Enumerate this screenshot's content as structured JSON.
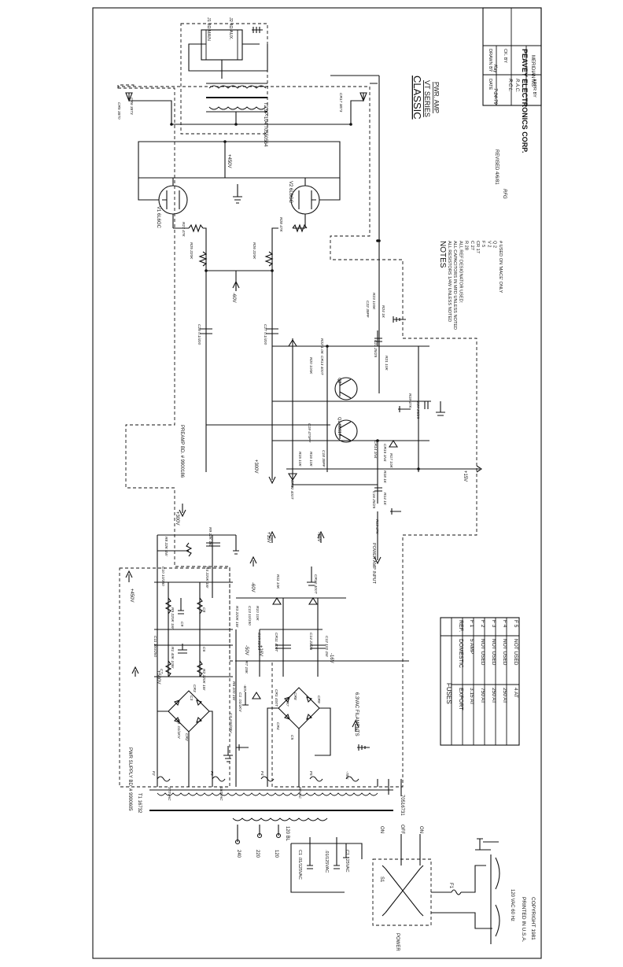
{
  "title_block": {
    "company": "PEAVEY ELECTRONICS CORP.",
    "city": "MERIDIAN MS",
    "drawn_by": "DRAWN BY",
    "drawn_sig": "Kay",
    "date_label": "DATE",
    "date_value": "7-24-79",
    "ck_by": "CK. BY",
    "ck_sig": "R.C.L.",
    "appr_by": "APPR BY",
    "appr_sig": "R.A.C."
  },
  "drawing_title": {
    "line1": "CLASSIC",
    "line2": "VT SERIES",
    "line3": "PWR. AMP"
  },
  "revised": {
    "line1": "REVISED 4/6/81",
    "line2": "RFG"
  },
  "notes": {
    "heading": "NOTES",
    "items": [
      "ALL RESISTORS 1/4W UNLESS NOTED",
      "ALL CAPACITORS IN MFD UNLESS NOTED",
      "ALL REF DESIGNATOR USED:",
      "R 28",
      "C 27",
      "CR 17",
      "F 5",
      "V 2",
      "Q 2",
      "# USED ON 'MACE' ONLY"
    ]
  },
  "fuse_table": {
    "title": "FUSES",
    "headers": [
      "REF.",
      "DOMESTIC",
      "EXPORT"
    ],
    "rows": [
      [
        "F 1",
        "5 AMP",
        "3.15 AT"
      ],
      [
        "F 2",
        "NOT USED",
        "750 AT"
      ],
      [
        "F 3",
        "NOT USED",
        "250 AT"
      ],
      [
        "F 4",
        "NOT USED",
        "250 AT"
      ],
      [
        "F 5",
        "NOT USED",
        "4 AT"
      ]
    ]
  },
  "footer": {
    "copyright": "COPYRIGHT 1981",
    "printed": "PRINTED IN U.S.A."
  },
  "blocks": {
    "psu": "PWR SUPPLY BD. # 9900605",
    "preamp": "PREAMP BD. # 9900186",
    "filaments": "6.3VAC FILAMENTS",
    "power_amp_input": "POWER AMP INPUT"
  },
  "tubes": {
    "v1": "V1 6L6GC",
    "v2": "V2 6L6GC",
    "b450": "+450V"
  },
  "transistors": {
    "q1": "Q1 65617",
    "q2": "Q2"
  },
  "transformers": {
    "t1": "T1 16732",
    "t1b": "70516731",
    "t2": "T2 9P-104 70550564",
    "spk1": "J1 8Ω MAIN",
    "spk2": "J2 4Ω AUX."
  },
  "mains": {
    "plug": "120 VAC 60 Hz",
    "switch": "S1",
    "power": "POWER",
    "on": "ON",
    "off": "OFF",
    "on2": "ON",
    "fuse1": "F1",
    "t_120": "120",
    "t_240": "240",
    "t_220": "220",
    "rails_v": "120 BL",
    "c1": "C1 .01/125VAC",
    "c2": ".01/125VAC",
    "c3": "C1 125VAC"
  },
  "rails": {
    "p500": "+500V",
    "p450": "+450V",
    "p300": "+300V",
    "m60": "-60V",
    "p15": "+15V",
    "m15": "-15V",
    "m50": "-50V",
    "p16": "+16V",
    "m16": "-16V"
  },
  "labels": [
    "CR5 3870",
    "CR6 3873",
    "CR17 3873",
    "R27 47K",
    "R28 47K",
    "R25 220K",
    "R26 220K",
    "C26 0.1/400",
    "C27 0.1/400",
    "C22 39PF",
    "R23 100K",
    "R24 1K",
    "C21 25/25",
    "R21 10K",
    "R19 47K",
    "C20 25/25",
    "R20 100K",
    "CR13 400T",
    "R22 1.0K",
    "C19 470PF",
    "R15 10K",
    "R16 10K",
    "C18 39PF",
    "CR12 400T",
    "CR14 1N4",
    "CR15 1N4",
    "R17 10K",
    "R18 1K",
    "C16 25/25",
    "R14 1K",
    "R13 47K",
    "R8 22K 1W",
    "R9 22K 1W",
    "C10 10/350",
    "R4 220K 1W",
    "R5 220K 1W",
    "C8",
    "C9",
    "C11 100/250",
    "R1 40K 10W",
    "C6",
    "C7",
    "R2 220K 1W",
    "R3 220K 1W",
    "C13 10/150",
    "R10 10K",
    "R11 10K",
    "CR10 400T",
    "CR11 400T",
    "C14 22/25",
    "C15 22/25",
    "C12 100 1W",
    "R6 100 1W",
    "C1 .01/1KV",
    "CR1 400T",
    "C2 100/25V",
    "C4 .01/1KV",
    "C3",
    "CR2",
    "CR3",
    "CR4",
    "CR7",
    "CR8",
    "CR9",
    "C5",
    "R7 15K",
    "370VAC",
    "150VAC",
    "80VAC",
    "F2",
    "F3",
    "F4",
    "F5",
    "-78V",
    "-80V"
  ]
}
